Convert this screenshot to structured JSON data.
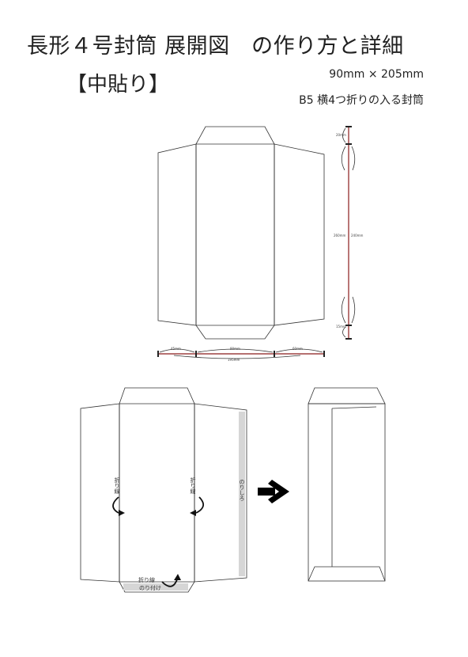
{
  "header": {
    "title": "長形４号封筒 展開図　の作り方と詳細",
    "subtitle": "【中貼り】",
    "size": "90mm × 205mm",
    "note": "B5 横4つ折りの入る封筒"
  },
  "dimensions": {
    "top_flap": "20mm",
    "body_height": "260mm",
    "body_height_alt": "240mm",
    "bottom_flap": "15mm",
    "left_panel": "45mm",
    "center_panel": "90mm",
    "right_panel": "60mm",
    "total_width": "195mm"
  },
  "assembly": {
    "fold_line_label": "折り線",
    "glue_label": "のりしろ",
    "glue_label_bottom": "のり付け",
    "arrow_icon": "right-arrow-icon"
  }
}
